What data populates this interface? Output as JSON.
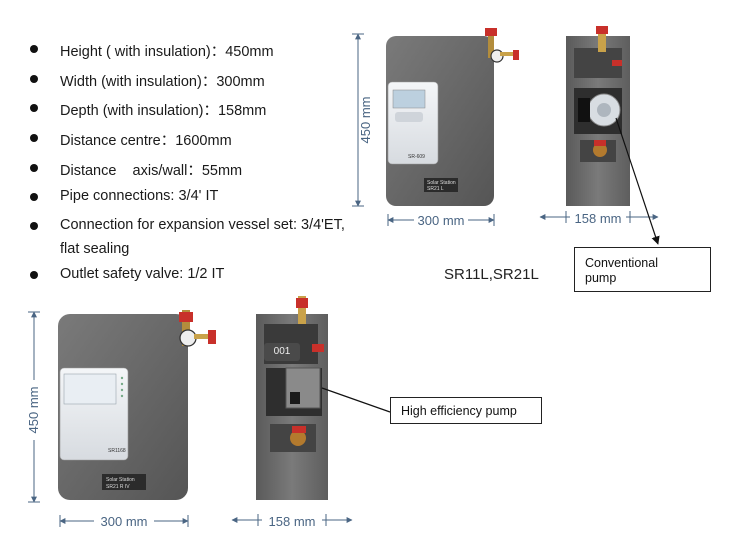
{
  "specs": [
    "Height ( with insulation)：450mm",
    "Width (with insulation)：300mm",
    "Depth (with insulation)：158mm",
    "Distance centre：1600mm",
    "Distance    axis/wall：55mm",
    "Pipe connections: 3/4' IT",
    "Connection for expansion vessel set: 3/4'ET,",
    "flat sealing",
    "Outlet safety valve: 1/2 IT"
  ],
  "model_names": "SR11L,SR21L",
  "callouts": {
    "conventional": {
      "line1": "Conventional",
      "line2": "pump"
    },
    "high_efficiency": "High efficiency pump"
  },
  "dimensions": {
    "top_height": "450 mm",
    "top_width": "300 mm",
    "top_depth": "158 mm",
    "bottom_height": "450 mm",
    "bottom_width": "300 mm",
    "bottom_depth": "158 mm"
  },
  "unit_badge": "001",
  "station_labels": {
    "top": {
      "line1": "Solar Station",
      "line2": "SR21  L"
    },
    "bottom": {
      "line1": "Solar Station",
      "line2": "SR21  R  IV"
    }
  },
  "colors": {
    "insulation": "#6b6b6b",
    "dimension": "#4a6583",
    "valve_red": "#c8302a",
    "brass": "#c9a24a"
  }
}
